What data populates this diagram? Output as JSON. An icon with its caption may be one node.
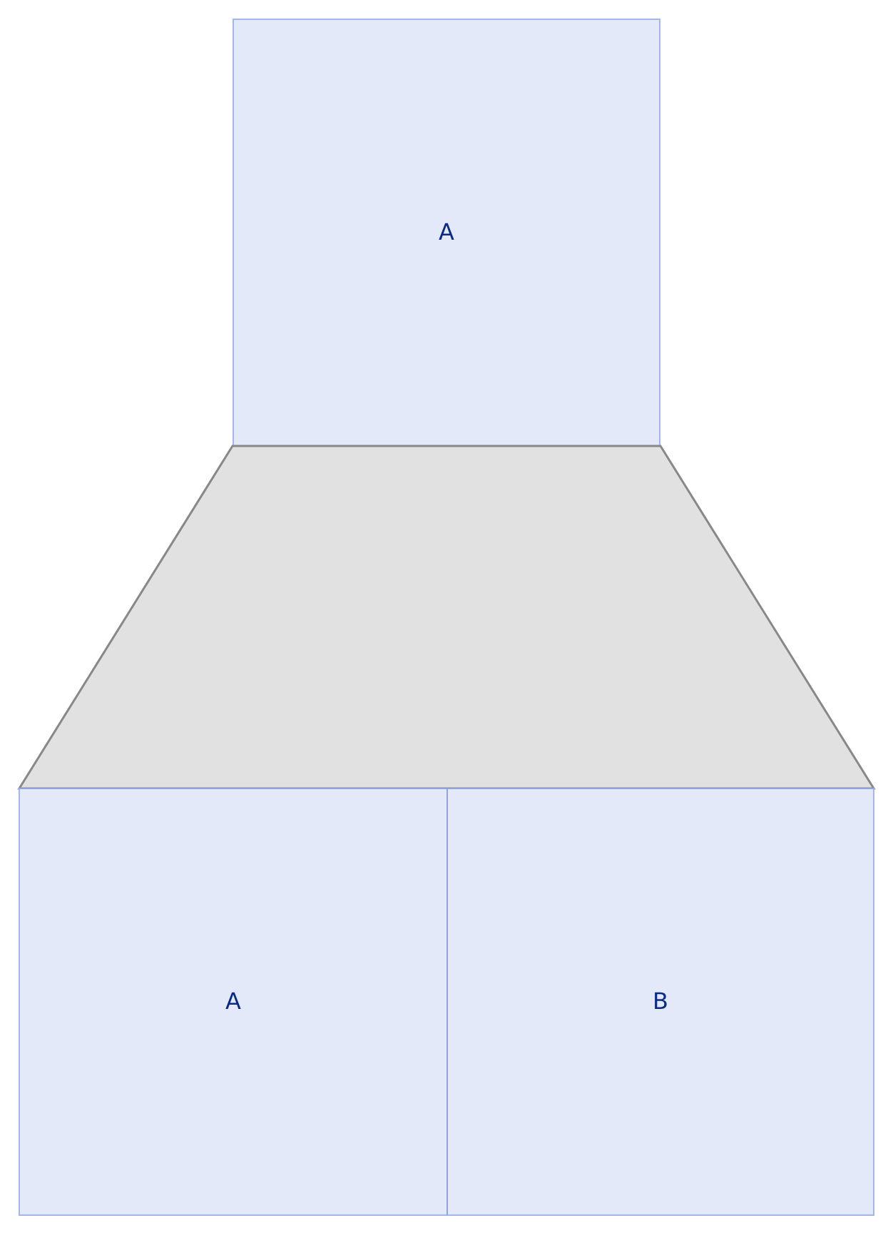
{
  "diagram": {
    "nodes": [
      {
        "text": [
          "A"
        ]
      },
      {
        "text": [],
        "shape": "trapezoid"
      },
      {
        "text": [
          "A"
        ]
      },
      {
        "text": [
          "B"
        ]
      }
    ]
  }
}
